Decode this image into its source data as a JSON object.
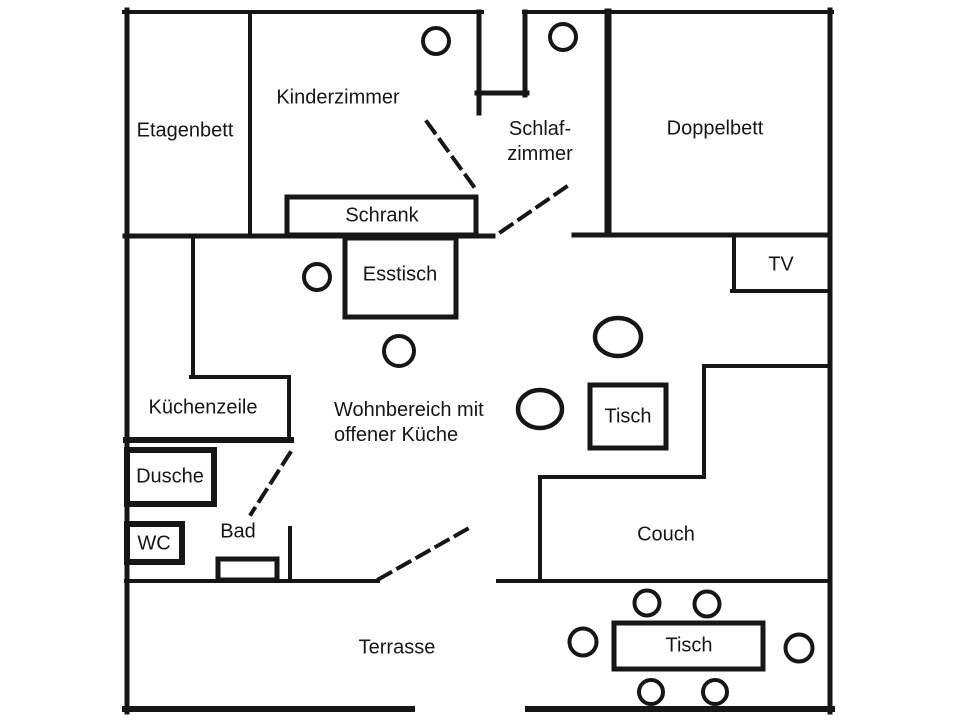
{
  "page": {
    "background_color": "#ffffff",
    "ink_color": "#161616",
    "type": "apartment floor plan"
  },
  "floorplan": {
    "rooms": {
      "etagenbett": "Etagenbett",
      "kinderzimmer": "Kinderzimmer",
      "schlafzimmer": "Schlaf-\nzimmer",
      "doppelbett": "Doppelbett",
      "wohnbereich": "Wohnbereich mit\noffener Küche",
      "bad": "Bad",
      "terrasse": "Terrasse"
    },
    "furniture": {
      "schrank": "Schrank",
      "esstisch": "Esstisch",
      "tv": "TV",
      "kuechenzeile": "Küchenzeile",
      "dusche": "Dusche",
      "wc": "WC",
      "tisch_wohnbereich": "Tisch",
      "couch": "Couch",
      "tisch_terrasse": "Tisch"
    }
  }
}
